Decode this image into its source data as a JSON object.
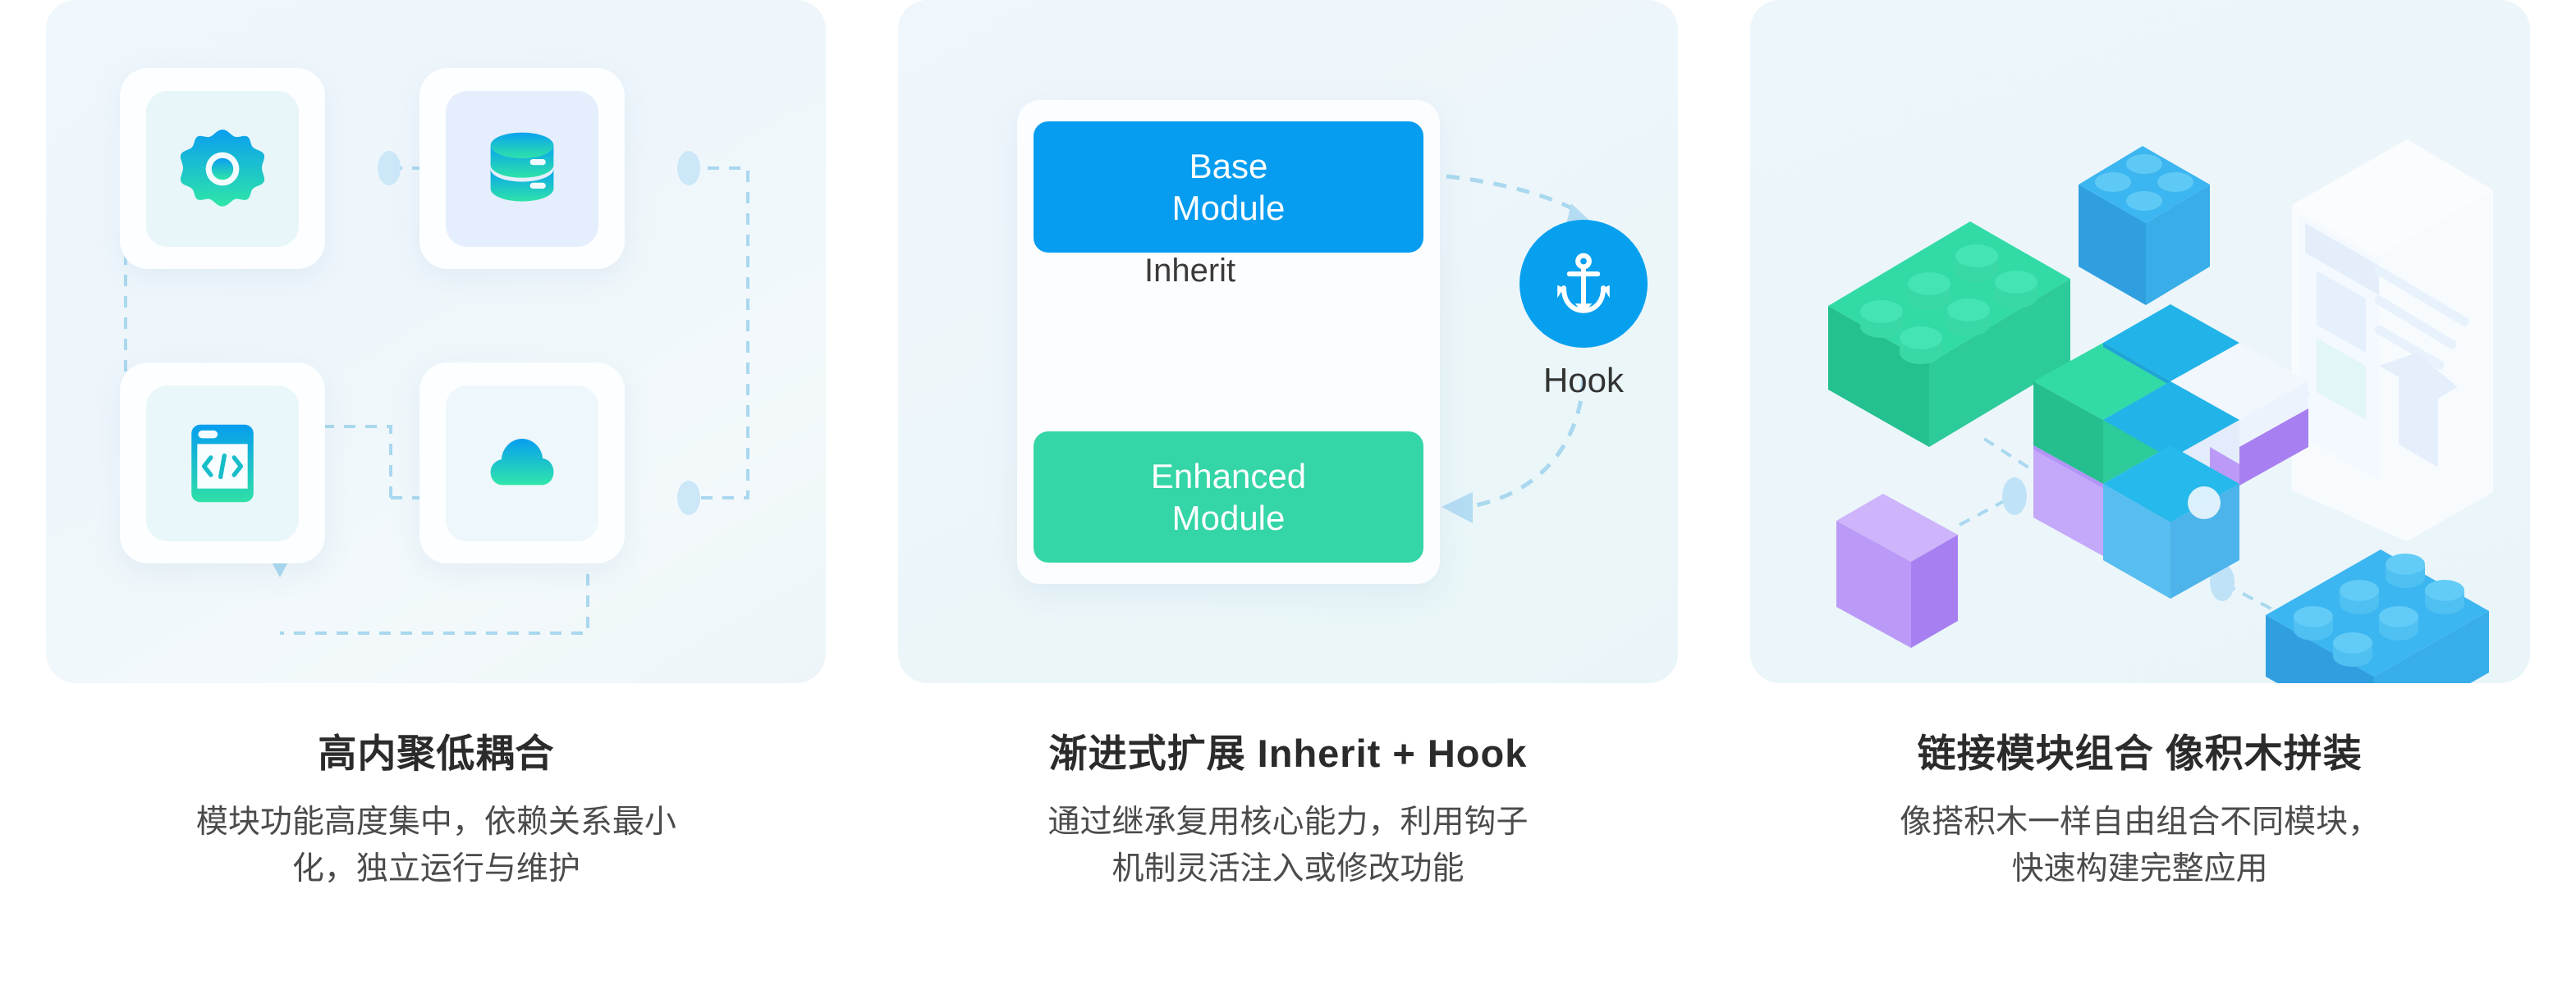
{
  "features": [
    {
      "id": "high-cohesion-low-coupling",
      "title": "高内聚低耦合",
      "desc_line1": "模块功能高度集中，依赖关系最小",
      "desc_line2": "化，独立运行与维护",
      "illustration": {
        "type": "module-flow-grid",
        "tiles": [
          {
            "name": "gear-icon",
            "label": "gear"
          },
          {
            "name": "database-icon",
            "label": "database"
          },
          {
            "name": "code-window-icon",
            "label": "code"
          },
          {
            "name": "cloud-icon",
            "label": "cloud"
          }
        ]
      }
    },
    {
      "id": "progressive-extension",
      "title": "渐进式扩展 Inherit + Hook",
      "desc_line1": "通过继承复用核心能力，利用钩子",
      "desc_line2": "机制灵活注入或修改功能",
      "illustration": {
        "type": "inherit-hook-diagram",
        "base_module": "Base\nModule",
        "base_module_line1": "Base",
        "base_module_line2": "Module",
        "enhanced_module_line1": "Enhanced",
        "enhanced_module_line2": "Module",
        "inherit_label": "Inherit",
        "hook_label": "Hook",
        "hook_icon": "anchor-icon"
      }
    },
    {
      "id": "link-module-composition",
      "title": "链接模块组合 像积木拼装",
      "desc_line1": "像搭积木一样自由组合不同模块，",
      "desc_line2": "快速构建完整应用",
      "illustration": {
        "type": "isometric-blocks",
        "pieces": [
          {
            "name": "lego-brick-green",
            "color": "#2ed5a0"
          },
          {
            "name": "lego-brick-blue",
            "color": "#3ab4ef"
          },
          {
            "name": "lego-cube-blue",
            "color": "#35ade9"
          },
          {
            "name": "puzzle-cube-green",
            "color": "#32dba6"
          },
          {
            "name": "puzzle-cube-cyan",
            "color": "#22b4e8"
          },
          {
            "name": "puzzle-cube-purple",
            "color": "#bb9af7"
          },
          {
            "name": "puzzle-cube-white",
            "color": "#eaf1fb"
          },
          {
            "name": "purple-box",
            "color": "#bda2f7"
          },
          {
            "name": "window-mock",
            "color": "#e9f1fc"
          }
        ]
      }
    }
  ],
  "colors": {
    "primary_blue": "#069df0",
    "primary_green": "#34d5a6",
    "card_bg": "#eef6fb",
    "dash_line": "#a8d7ef",
    "title_text": "#2b2b2b",
    "desc_text": "#4b4b4b"
  }
}
